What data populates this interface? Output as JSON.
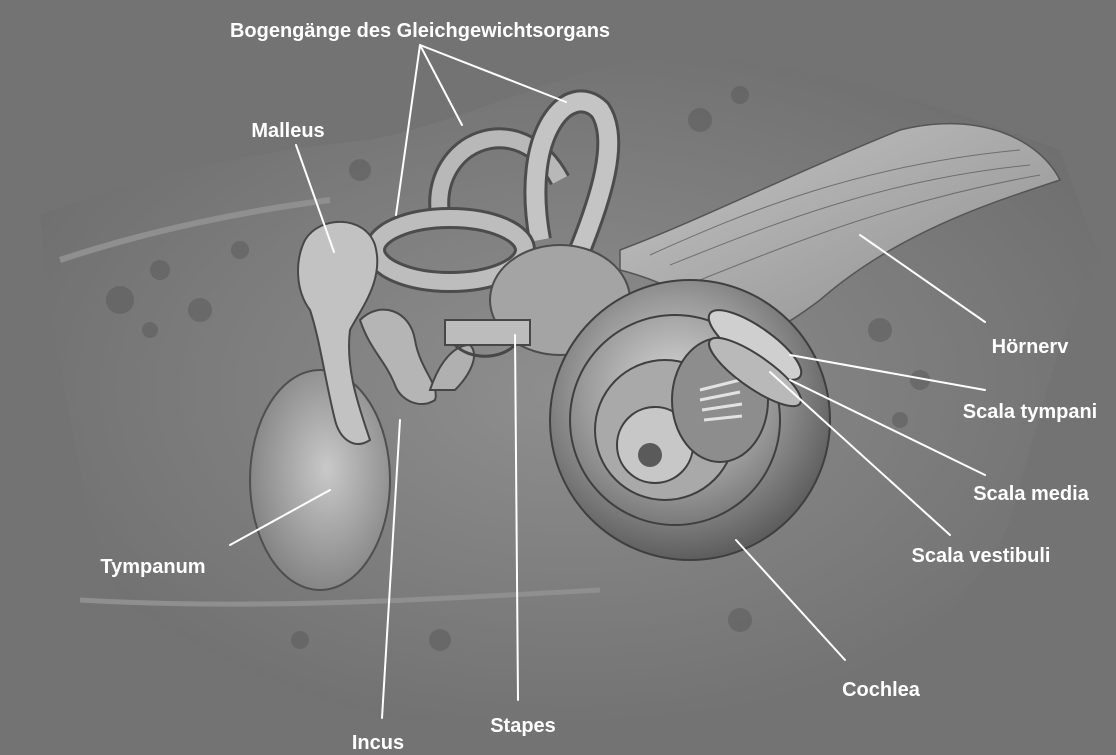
{
  "colors": {
    "background": "#737373",
    "label_text": "#ffffff",
    "leader_lines": "#ffffff"
  },
  "labels": {
    "bogengaenge": "Bogengänge des Gleichgewichtsorgans",
    "malleus": "Malleus",
    "hoernerv": "Hörnerv",
    "scala_tympani": "Scala tympani",
    "scala_media": "Scala media",
    "scala_vestibuli": "Scala vestibuli",
    "tympanum": "Tympanum",
    "cochlea": "Cochlea",
    "incus": "Incus",
    "stapes": "Stapes"
  }
}
